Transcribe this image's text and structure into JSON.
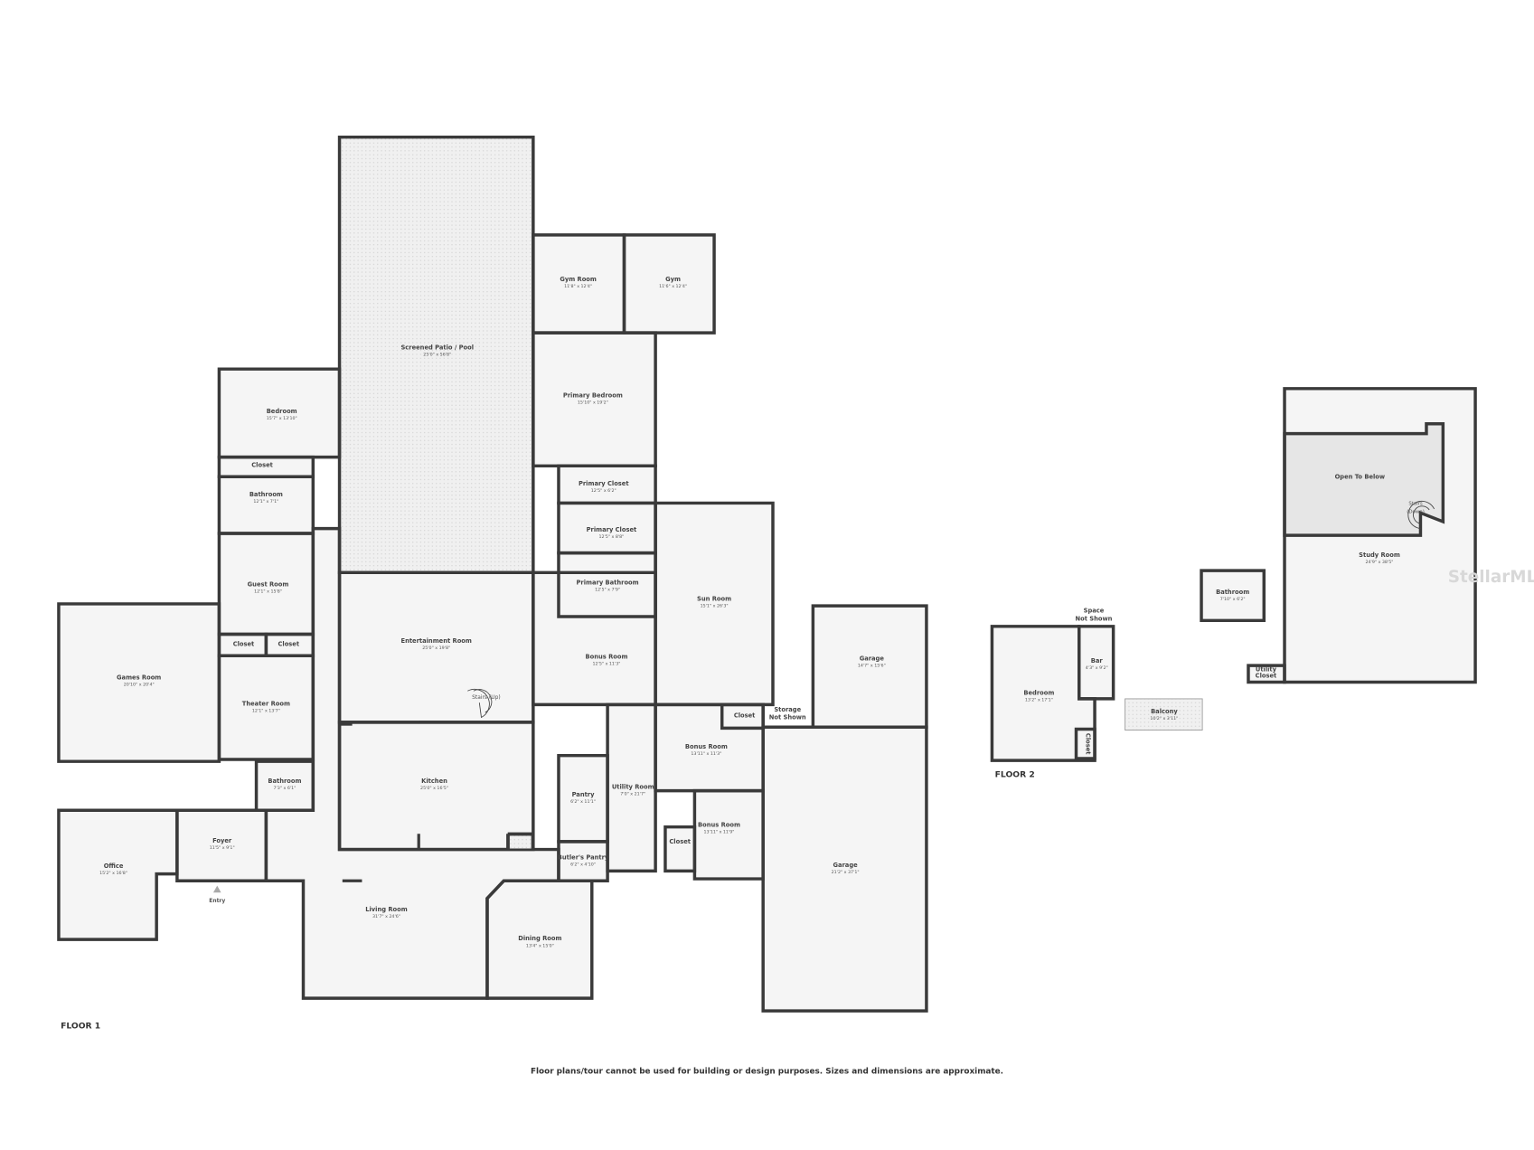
{
  "floor1": {
    "label": "FLOOR 1",
    "entry_label": "Entry",
    "stairs_label": "Stairs (Up)",
    "rooms": [
      {
        "name": "Screened Patio / Pool",
        "size": "25'0\" x 56'8\""
      },
      {
        "name": "Gym Room",
        "size": "11'8\" x 12'4\""
      },
      {
        "name": "Gym",
        "size": "11'6\" x 12'4\""
      },
      {
        "name": "Primary Bedroom",
        "size": "15'10\" x 19'2\""
      },
      {
        "name": "Bedroom",
        "size": "15'7\" x 13'10\""
      },
      {
        "name": "Closet",
        "size": ""
      },
      {
        "name": "Bathroom",
        "size": "12'1\" x 7'1\""
      },
      {
        "name": "Guest Room",
        "size": "12'1\" x 15'8\""
      },
      {
        "name": "Closet",
        "size": ""
      },
      {
        "name": "Closet",
        "size": ""
      },
      {
        "name": "Theater Room",
        "size": "12'1\" x 13'7\""
      },
      {
        "name": "Games Room",
        "size": "20'10\" x 20'4\""
      },
      {
        "name": "Bathroom",
        "size": "7'3\" x 6'1\""
      },
      {
        "name": "Office",
        "size": "15'2\" x 16'8\""
      },
      {
        "name": "Foyer",
        "size": "11'5\" x 9'1\""
      },
      {
        "name": "Entertainment Room",
        "size": "25'0\" x 19'8\""
      },
      {
        "name": "Kitchen",
        "size": "25'0\" x 16'5\""
      },
      {
        "name": "Living Room",
        "size": "31'7\" x 24'6\""
      },
      {
        "name": "Dining Room",
        "size": "13'4\" x 15'0\""
      },
      {
        "name": "Primary Closet",
        "size": "12'5\" x 6'2\""
      },
      {
        "name": "Primary Closet",
        "size": "12'5\" x 8'8\""
      },
      {
        "name": "Primary Bathroom",
        "size": "12'5\" x 7'9\""
      },
      {
        "name": "Bonus Room",
        "size": "12'5\" x 11'3\""
      },
      {
        "name": "Sun Room",
        "size": "15'1\" x 26'3\""
      },
      {
        "name": "Pantry",
        "size": "6'2\" x 11'1\""
      },
      {
        "name": "Butler's Pantry",
        "size": "6'2\" x 4'10\""
      },
      {
        "name": "Utility Room",
        "size": "7'0\" x 21'7\""
      },
      {
        "name": "Bonus Room",
        "size": "13'11\" x 11'3\""
      },
      {
        "name": "Bonus Room",
        "size": "13'11\" x 11'9\""
      },
      {
        "name": "Closet",
        "size": ""
      },
      {
        "name": "Closet",
        "size": ""
      },
      {
        "name": "Garage",
        "size": "14'7\" x 15'6\""
      },
      {
        "name": "Garage",
        "size": "21'2\" x 37'1\""
      }
    ],
    "storage_label_1": "Storage",
    "storage_label_2": "Not Shown"
  },
  "floor2": {
    "label": "FLOOR 2",
    "stairs_label_1": "Stairs",
    "stairs_label_2": "(Down)",
    "space_label_1": "Space",
    "space_label_2": "Not Shown",
    "rooms": [
      {
        "name": "Study Room",
        "size": "24'9\" x 38'5\""
      },
      {
        "name": "Open To Below",
        "size": ""
      },
      {
        "name": "Bathroom",
        "size": "7'10\" x 6'2\""
      },
      {
        "name": "Bar",
        "size": "4'3\" x 9'2\""
      },
      {
        "name": "Bedroom",
        "size": "13'2\" x 17'1\""
      },
      {
        "name": "Balcony",
        "size": "10'2\" x 3'11\""
      },
      {
        "name": "Utility",
        "size": "Closet"
      },
      {
        "name": "Closet",
        "size": ""
      }
    ]
  },
  "footer_note": "Floor plans/tour cannot be used for building or design purposes. Sizes and dimensions are approximate.",
  "watermark": "StellarMLS",
  "colors": {
    "wall": "#3a3a3a",
    "room_fill": "#f5f5f5",
    "open_to_below": "#e6e6e6",
    "background": "#ffffff"
  }
}
